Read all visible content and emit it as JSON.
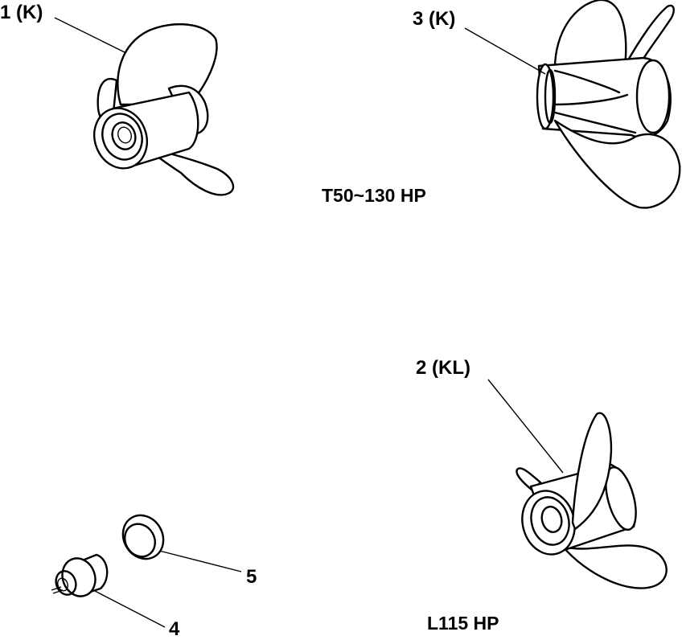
{
  "labels": {
    "part_1": "1 (K)",
    "part_2": "2 (KL)",
    "part_3": "3 (K)",
    "part_4": "4",
    "part_5": "5"
  },
  "captions": {
    "top_model": "T50~130 HP",
    "bottom_model": "L115 HP"
  }
}
